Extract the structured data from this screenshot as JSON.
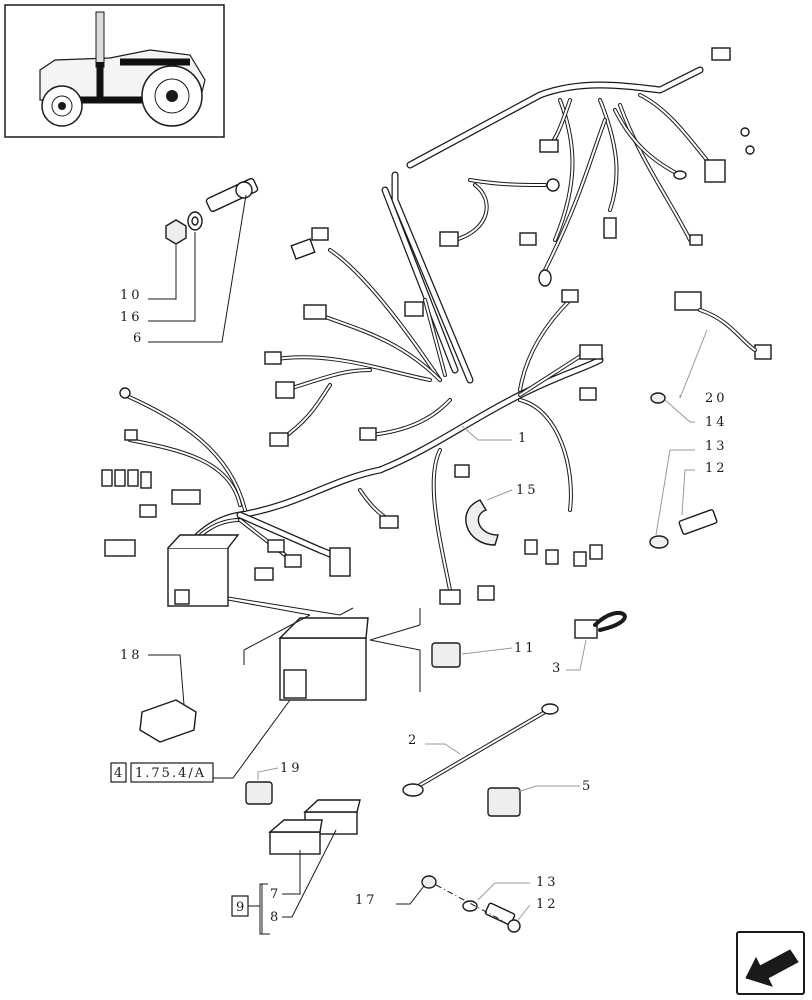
{
  "labels": {
    "p1": "1",
    "p2": "2",
    "p3": "3",
    "p5": "5",
    "p6": "6",
    "p7": "7",
    "p8": "8",
    "p10": "10",
    "p11": "11",
    "p12a": "12",
    "p12b": "12",
    "p13a": "13",
    "p13b": "13",
    "p14": "14",
    "p15": "15",
    "p16": "16",
    "p17": "17",
    "p18": "18",
    "p19": "19",
    "p20": "20"
  },
  "refs": {
    "ref_a_num": "4",
    "ref_a_code": "1.75.4/A",
    "ref_b_num": "9"
  },
  "icons": {
    "thumbnail": "tractor-thumbnail-icon",
    "nav": "next-page-arrow-icon"
  }
}
